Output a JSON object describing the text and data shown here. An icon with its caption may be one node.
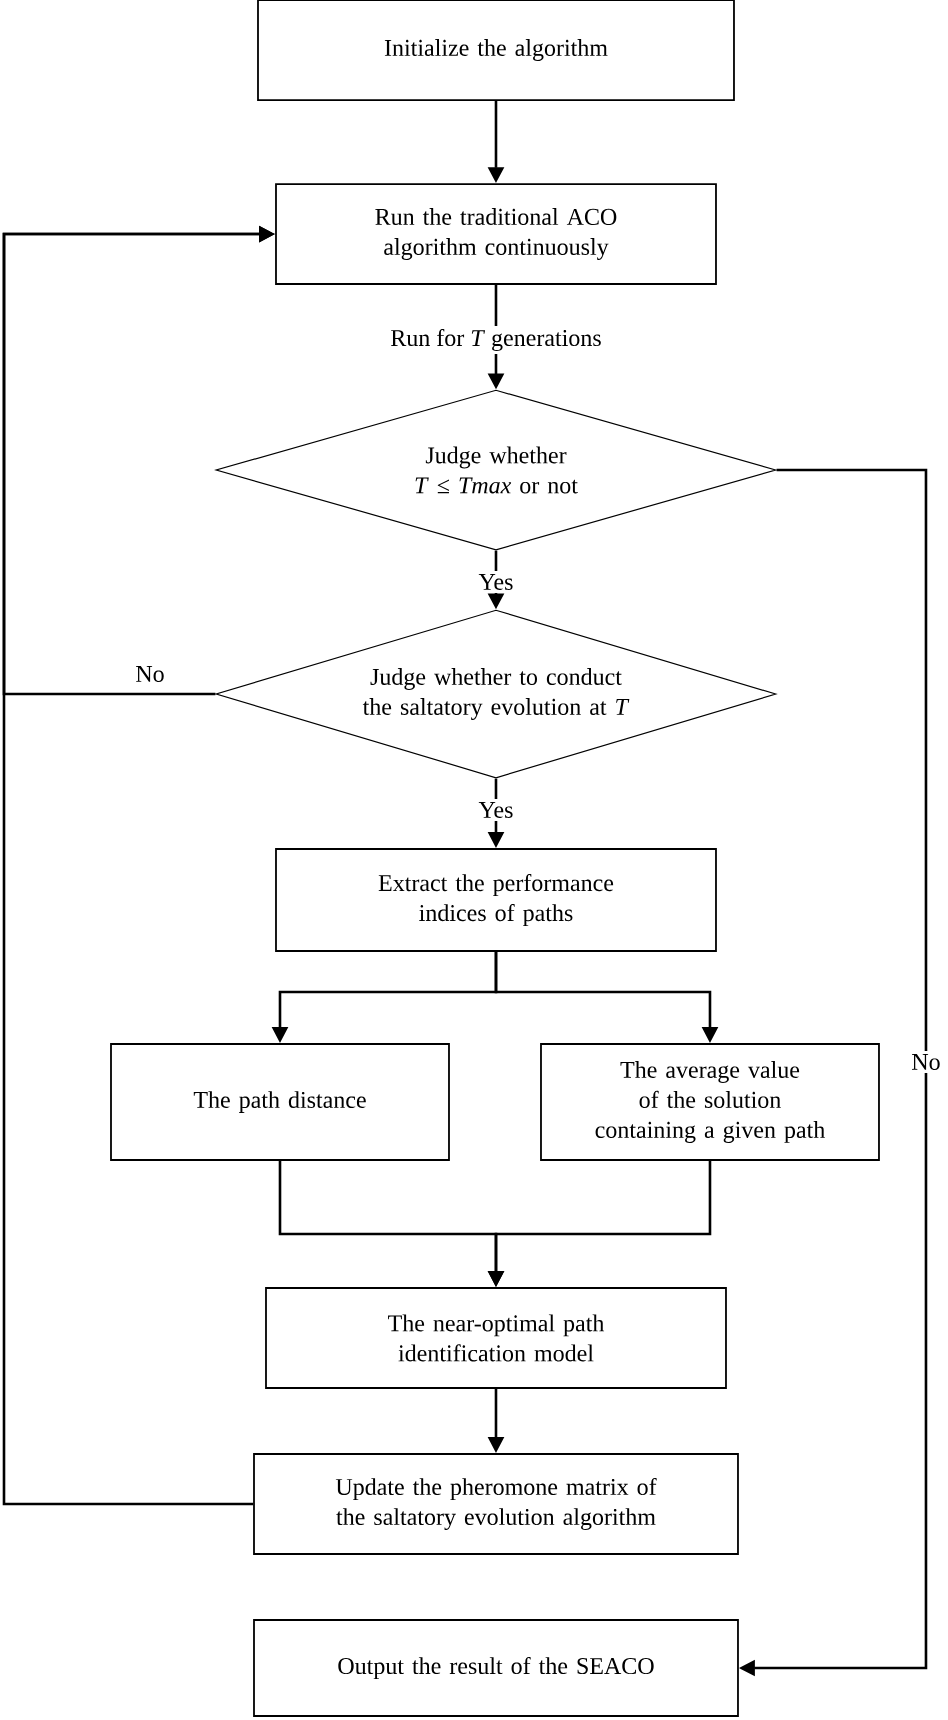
{
  "diagram": {
    "nodes": [
      {
        "text": [
          "Initialize the algorithm"
        ]
      },
      {
        "text": [
          "Run the traditional ACO algorithm continuously"
        ]
      },
      {
        "text": [
          "Judge whether *T* ≤ *Tmax* or not"
        ]
      },
      {
        "text": [
          "Judge whether to conduct the saltatory evolution at *T*"
        ]
      },
      {
        "text": [
          "Extract the performance indices of paths"
        ]
      },
      {
        "text": [
          "The path distance"
        ]
      },
      {
        "text": [
          "The average value of the solution containing a given path"
        ]
      },
      {
        "text": [
          "The near-optimal path identification model"
        ]
      },
      {
        "text": [
          "Update the pheromone matrix of the saltatory evolution algorithm"
        ]
      },
      {
        "text": [
          "Output the result of the SEACO"
        ]
      }
    ],
    "edges": [
      {
        "from": 0,
        "to": 1,
        "arrow": "to"
      },
      {
        "from": 1,
        "to": 2,
        "arrow": "to",
        "label": "Run for *T* generations"
      },
      {
        "from": 2,
        "to": 3,
        "arrow": "to",
        "label": "Yes"
      },
      {
        "from": 3,
        "to": 1,
        "arrow": "to",
        "label": "No"
      },
      {
        "from": 3,
        "to": 4,
        "arrow": "to",
        "label": "Yes"
      },
      {
        "from": 4,
        "to": 5,
        "arrow": "to"
      },
      {
        "from": 4,
        "to": 6,
        "arrow": "to"
      },
      {
        "from": 5,
        "to": 7,
        "arrow": "to"
      },
      {
        "from": 6,
        "to": 7,
        "arrow": "to"
      },
      {
        "from": 7,
        "to": 8,
        "arrow": "to"
      },
      {
        "from": 8,
        "to": 1,
        "arrow": "to"
      },
      {
        "from": 2,
        "to": 9,
        "arrow": "to",
        "label": "No"
      }
    ]
  }
}
